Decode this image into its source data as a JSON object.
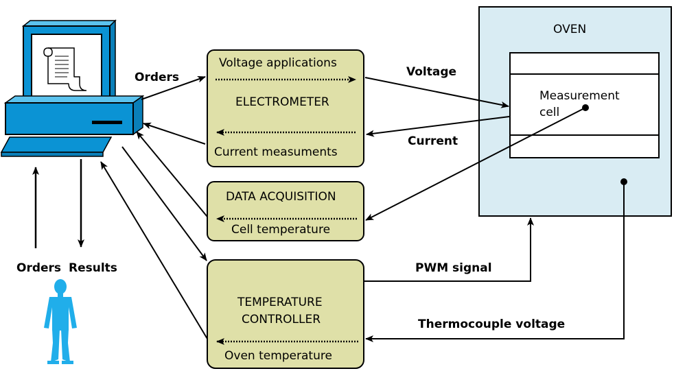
{
  "computer": {},
  "user": {},
  "oven": {
    "title": "OVEN"
  },
  "cell": {
    "label_line1": "Measurement",
    "label_line2": "cell"
  },
  "electrometer": {
    "top_label": "Voltage applications",
    "name": "ELECTROMETER",
    "bottom_label": "Current measuments"
  },
  "data_acquisition": {
    "name": "DATA ACQUISITION",
    "bottom_label": "Cell temperature"
  },
  "temperature_controller": {
    "name_line1": "TEMPERATURE",
    "name_line2": "CONTROLLER",
    "bottom_label": "Oven temperature"
  },
  "arrows": {
    "orders": "Orders",
    "voltage": "Voltage",
    "current": "Current",
    "pwm_signal": "PWM signal",
    "thermocouple_voltage": "Thermocouple voltage",
    "user_orders": "Orders",
    "user_results": "Results"
  },
  "colors": {
    "box_fill": "#dfe0a8",
    "oven_fill": "#d9ecf3",
    "computer_blue": "#0b93d4",
    "person_blue": "#20aeea"
  }
}
